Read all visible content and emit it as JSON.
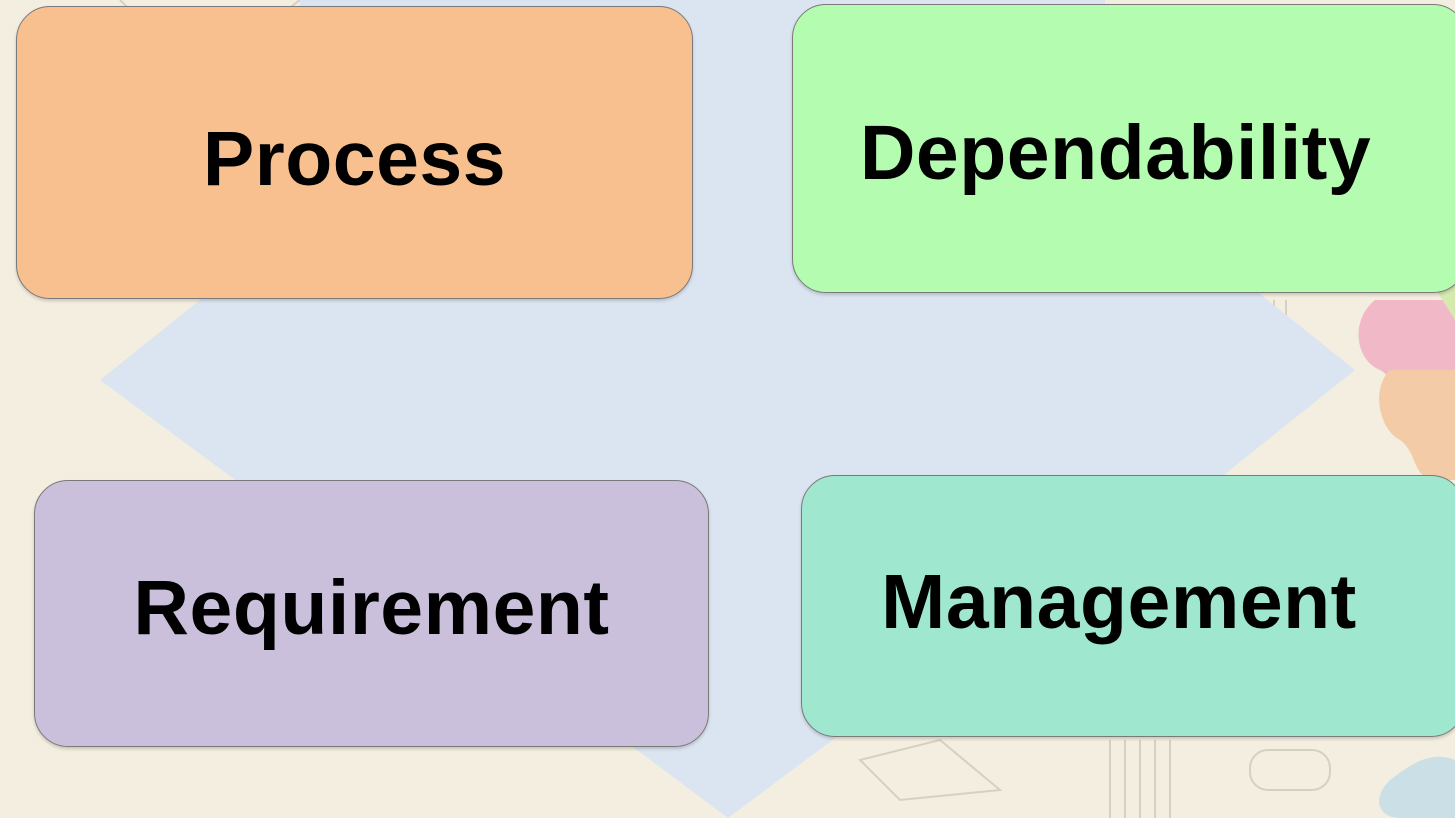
{
  "diagram": {
    "background_color": "#f3eedf",
    "arrow_color": "#dbe5f1",
    "boxes": {
      "process": {
        "label": "Process",
        "color": "#f8bf8f"
      },
      "dependability": {
        "label": "Dependability",
        "color": "#b4fdb0"
      },
      "requirement": {
        "label": "Requirement",
        "color": "#cbc0dc"
      },
      "management": {
        "label": "Management",
        "color": "#a0e7cf"
      }
    }
  }
}
